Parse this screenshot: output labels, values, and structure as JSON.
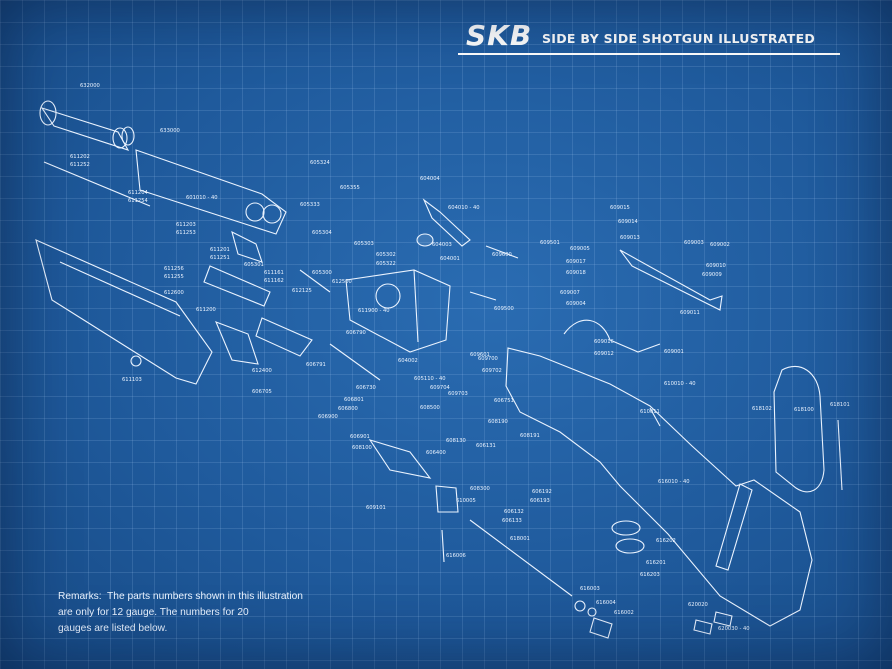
{
  "title": {
    "brand": "SKB",
    "text": "SIDE BY SIDE  SHOTGUN  ILLUSTRATED"
  },
  "remarks": {
    "lines": [
      "Remarks:  The parts numbers shown in this illustration",
      "are only for 12 gauge. The numbers for 20",
      "gauges are listed below."
    ]
  },
  "part_labels": [
    "632000",
    "633000",
    "611202",
    "611252",
    "611204",
    "611254",
    "601010 - 40",
    "605324",
    "605355",
    "605333",
    "611203",
    "611253",
    "611201",
    "611251",
    "605301",
    "611256",
    "611255",
    "612600",
    "611200",
    "611161",
    "611162",
    "612125",
    "605304",
    "605300",
    "612500",
    "605303",
    "605302",
    "605322",
    "611900 - 40",
    "611103",
    "604004",
    "604010 - 40",
    "604003",
    "604001",
    "609501",
    "609600",
    "609500",
    "606790",
    "604002",
    "606791",
    "612400",
    "606705",
    "606730",
    "606801",
    "606800",
    "606900",
    "606901",
    "605110 - 40",
    "609704",
    "609703",
    "608500",
    "609702",
    "609601",
    "609700",
    "608190",
    "606751",
    "608100",
    "608130",
    "606400",
    "606131",
    "608191",
    "608300",
    "606192",
    "606193",
    "606132",
    "606133",
    "609101",
    "610005",
    "618001",
    "616006",
    "609015",
    "609014",
    "609013",
    "609005",
    "609017",
    "609018",
    "609007",
    "609004",
    "609016",
    "609012",
    "609003",
    "609002",
    "609010",
    "609009",
    "609011",
    "609001",
    "610010 - 40",
    "610011",
    "618102",
    "618100",
    "618101",
    "616010 - 40",
    "616202",
    "616201",
    "616203",
    "616003",
    "616004",
    "616002",
    "620020",
    "620030 - 40"
  ]
}
